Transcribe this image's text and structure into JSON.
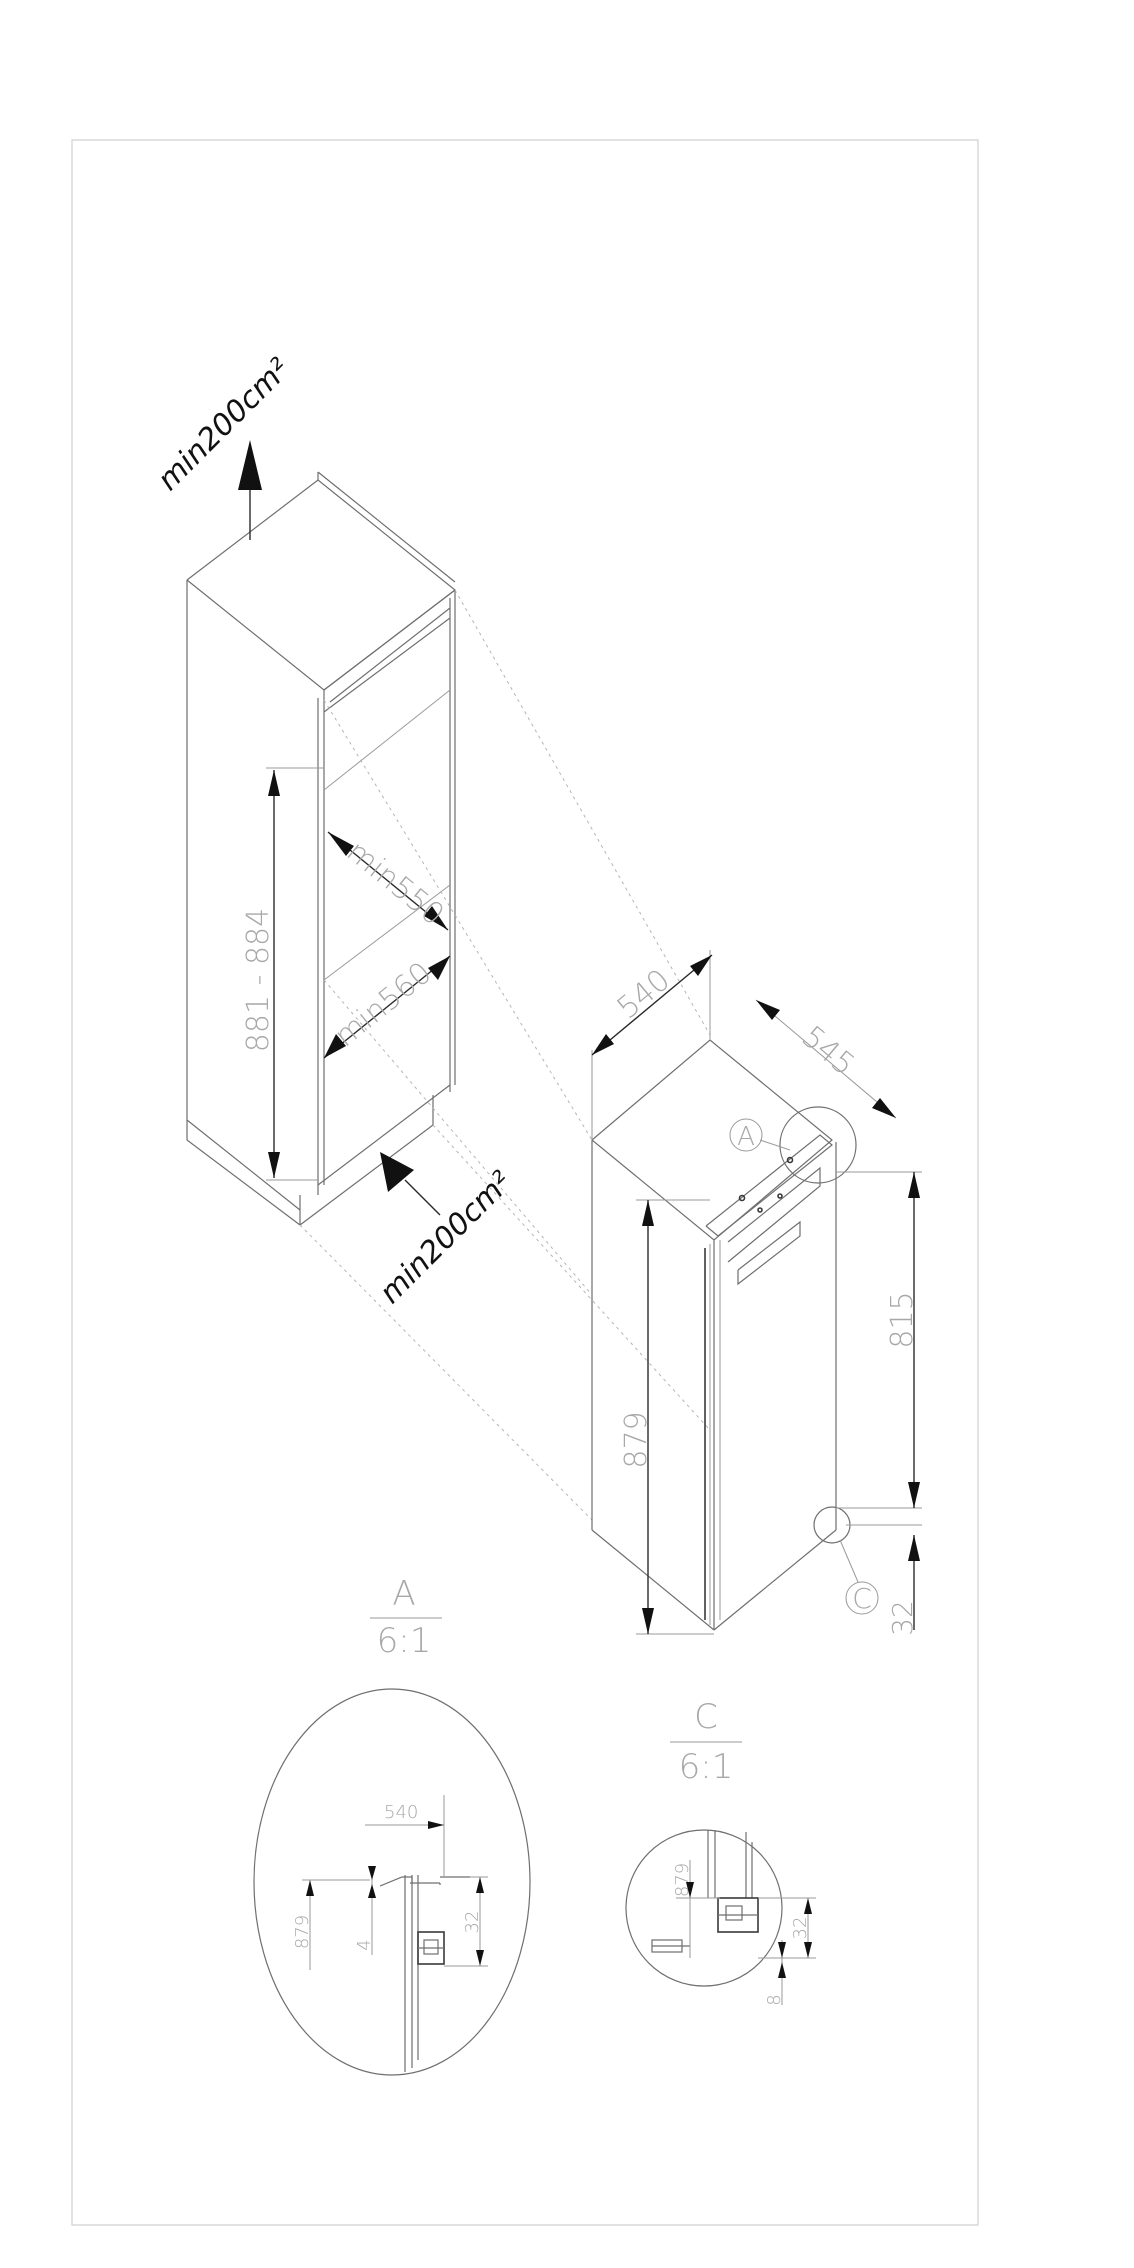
{
  "vent_top": "min200cm²",
  "vent_bottom": "min200cm²",
  "niche": {
    "height": "881 - 884",
    "depth": "min550",
    "width": "min560"
  },
  "appliance": {
    "width": "540",
    "depth": "545",
    "height": "879",
    "hinge_height": "815",
    "base_gap": "32",
    "marker_a": "A",
    "marker_c": "C"
  },
  "detail_a": {
    "title": "A",
    "scale": "6:1",
    "dim_width": "540",
    "dim_height": "879",
    "dim_gap": "4",
    "dim_offset": "32"
  },
  "detail_c": {
    "title": "C",
    "scale": "6:1",
    "dim_height": "879",
    "dim_offset": "32",
    "dim_base": "8"
  }
}
